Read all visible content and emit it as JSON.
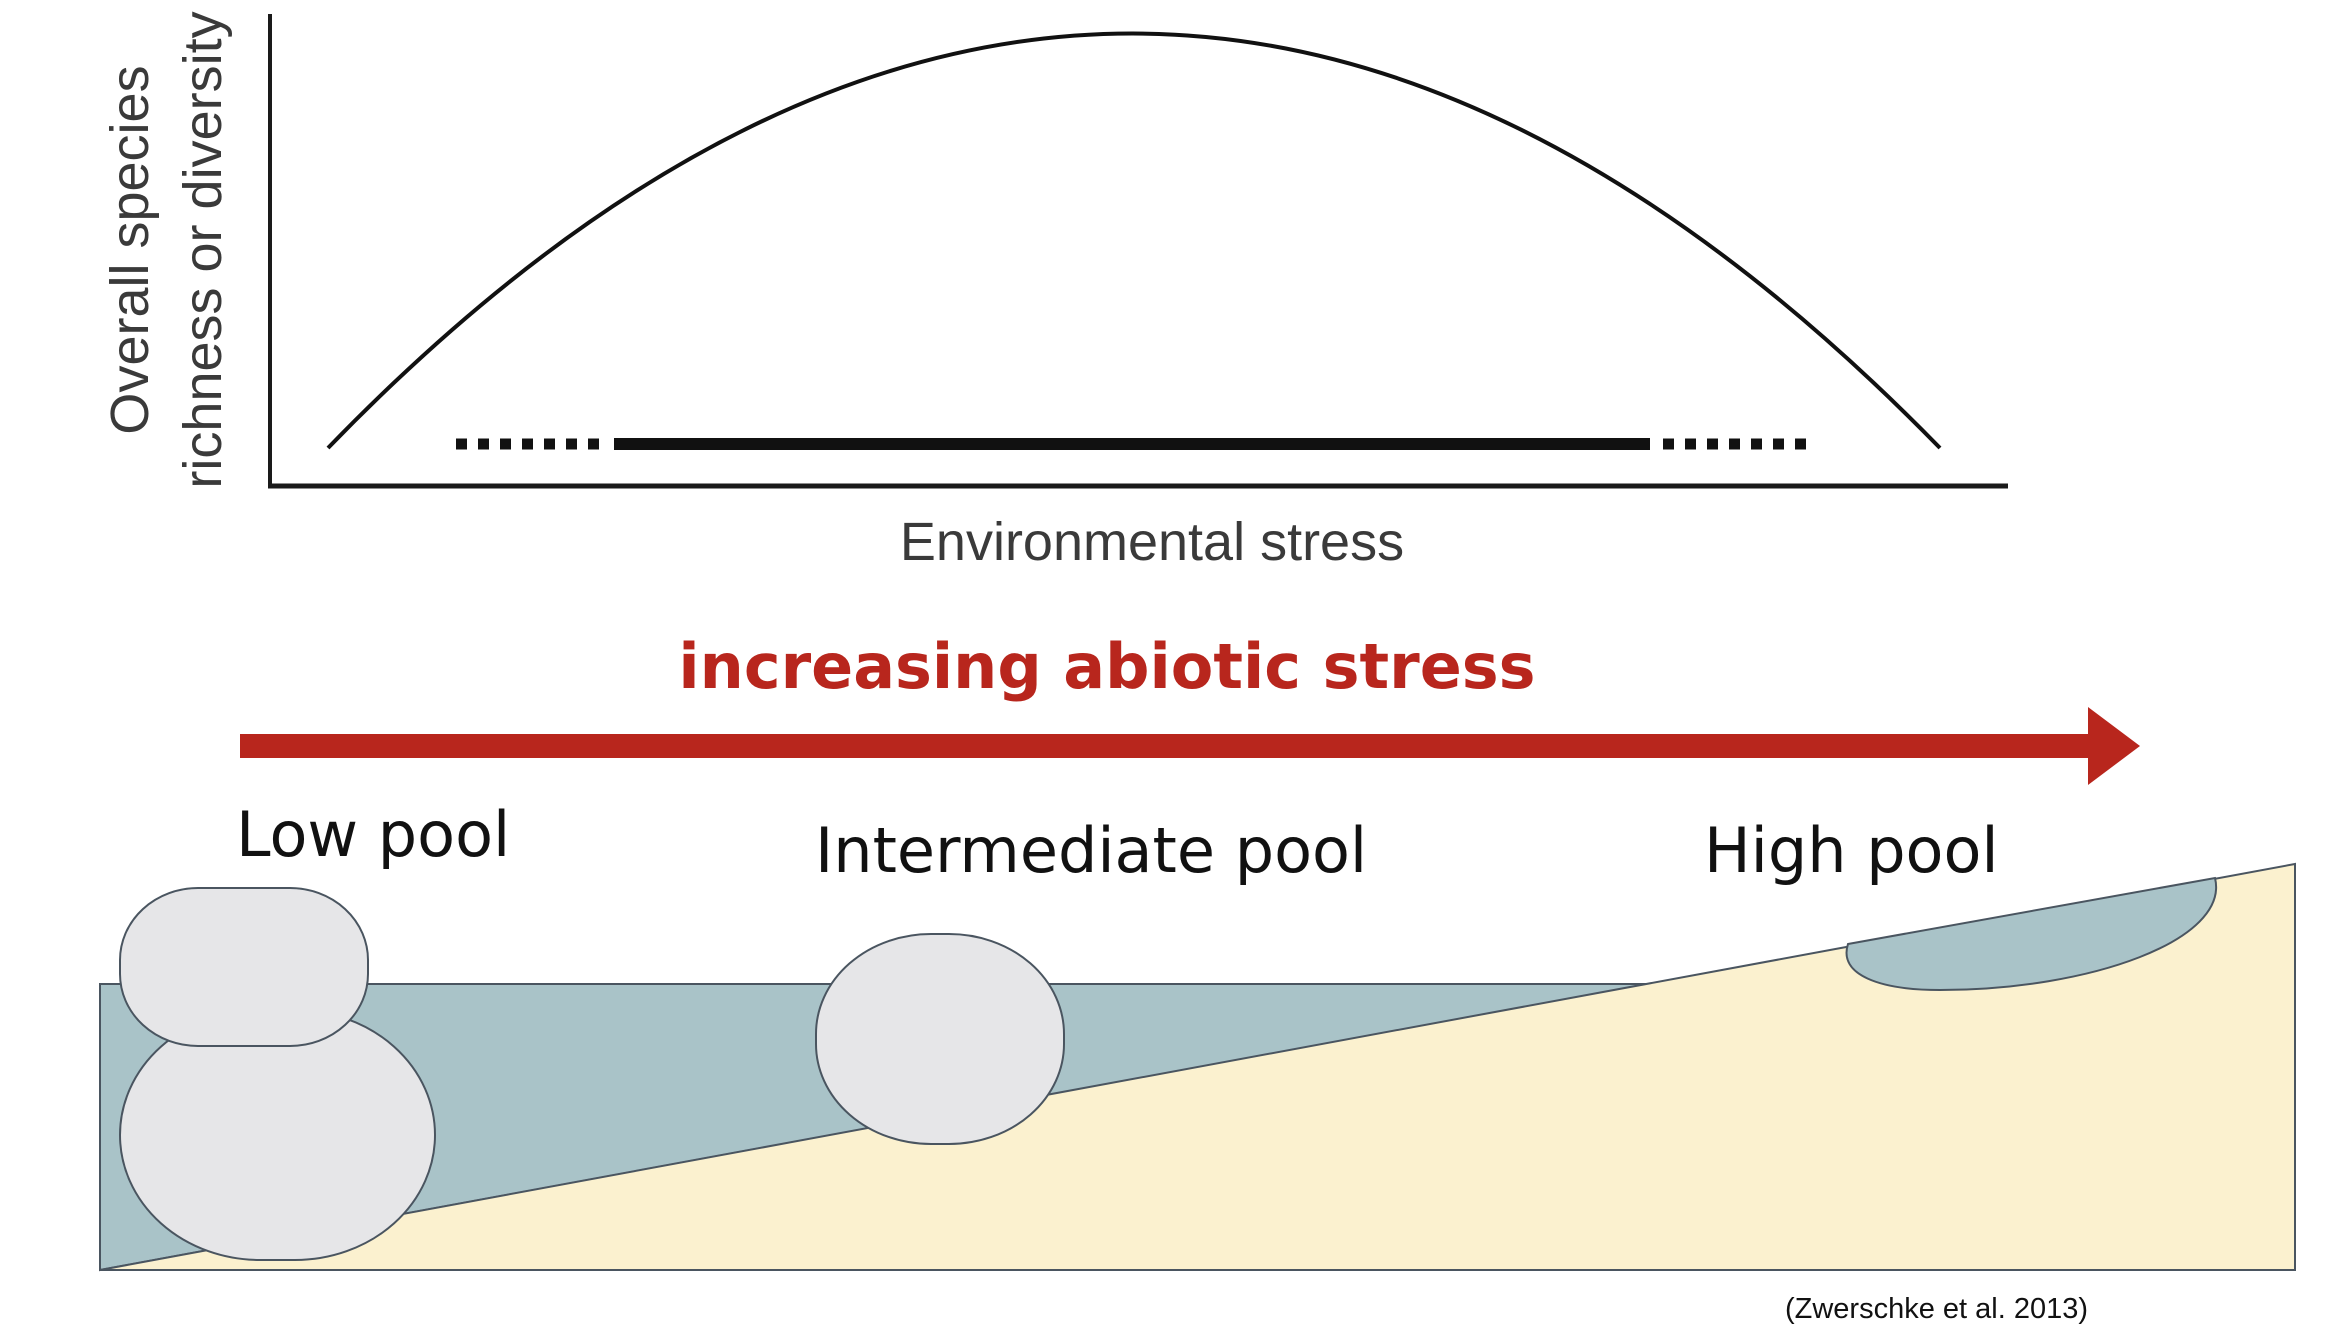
{
  "graph": {
    "y_axis_label_line1": "Overall species",
    "y_axis_label_line2": "richness or diversity",
    "x_axis_label": "Environmental stress"
  },
  "gradient": {
    "label": "increasing abiotic stress",
    "color": "#b8261d"
  },
  "pools": {
    "low": "Low pool",
    "intermediate": "Intermediate pool",
    "high": "High pool"
  },
  "colors": {
    "water": "#a9c3c8",
    "sand": "#fbf1cf",
    "rock": "#e6e6e8",
    "outline": "#4a5560"
  },
  "citation": "(Zwerschke et al. 2013)"
}
